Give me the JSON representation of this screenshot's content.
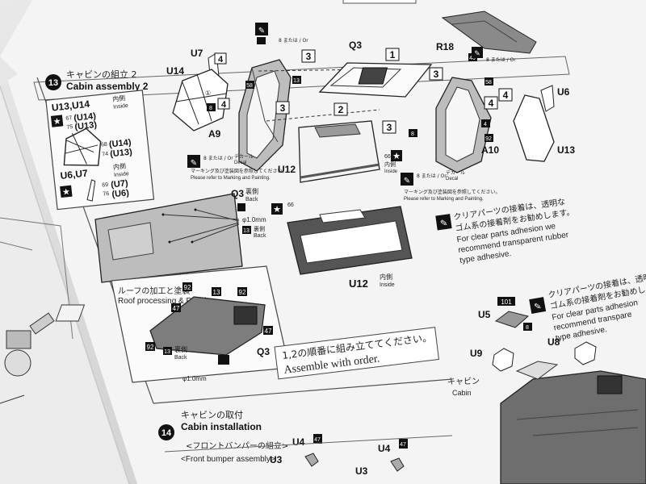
{
  "step13": {
    "number": "13",
    "title_jp": "キャビンの組立 2",
    "title_en": "Cabin assembly 2"
  },
  "inset_parts": {
    "u13_u14": "U13,U14",
    "naigawa": "内側",
    "inside": "Inside",
    "p67": "67",
    "p75": "75",
    "u14_a": "(U14)",
    "u13_a": "(U13)",
    "p68": "68",
    "p74": "74",
    "u14_b": "(U14)",
    "u13_b": "(U13)",
    "u6_u7": "U6,U7",
    "naigawa2": "内側",
    "inside2": "Inside",
    "p69": "69",
    "p76": "76",
    "u7_c": "(U7)",
    "u6_c": "(U6)"
  },
  "labels": {
    "U7": "U7",
    "U14": "U14",
    "A9": "A9",
    "Q3": "Q3",
    "R18": "R18",
    "U6": "U6",
    "U13": "U13",
    "A10": "A10",
    "U12": "U12",
    "U12b": "U12",
    "n13": "13",
    "n8": "8",
    "n40": "40",
    "n92": "92",
    "n58": "58",
    "n4": "4",
    "n3": "3",
    "n2": "2",
    "n1": "1",
    "p66": "66",
    "p66b": "66"
  },
  "decal_note": {
    "line1": "8 または / Or",
    "decal_jp": "デカール",
    "decal_en": "Decal",
    "marking_jp": "マーキング及び塗装図を参照してください。",
    "marking_en": "Please refer to Marking and Painting."
  },
  "u12_inside": {
    "label": "U12",
    "jp": "内側",
    "en": "Inside"
  },
  "q3_back": {
    "label": "Q3",
    "jp": "裏側",
    "en": "Back",
    "hole": "φ1.0mm",
    "label2": "13",
    "jp2": "裏側",
    "en2": "Back"
  },
  "clear_parts": {
    "jp1": "クリアパーツの接着は、透明な",
    "jp2": "ゴム系の接着剤をお勧めします。",
    "en1": "For clear parts adhesion we",
    "en2": "recommend transparent rubber",
    "en3": "type adhesive."
  },
  "clear_parts_2": {
    "jp1": "クリアパーツの接着は、透明",
    "jp2": "ゴム系の接着剤をお勧めし",
    "en1": "For clear parts adhesion",
    "en2": "recommend transpare",
    "en3": "type adhesive."
  },
  "roof": {
    "title_jp": "ルーフの加工と塗装",
    "title_en": "Roof processing & Painting",
    "p47": "47",
    "p92": "92",
    "p13": "13",
    "p92b": "92",
    "p47b": "47",
    "p92c": "92",
    "back_num": "13",
    "back_jp": "裏側",
    "back_en": "Back",
    "q3": "Q3",
    "hole": "φ1.0mm"
  },
  "order_note": {
    "jp": "1,2の順番に組み立ててください。",
    "en": "Assemble with order."
  },
  "step14": {
    "number": "14",
    "title_jp": "キャビンの取付",
    "title_en": "Cabin installation",
    "sub_jp": "<フロントバンパーの組立>",
    "sub_en": "<Front bumper assembly>",
    "u4a": "U4",
    "p47a": "47",
    "u3a": "U3",
    "u3b": "U3",
    "u4b": "U4",
    "p47b": "47"
  },
  "cabin_parts": {
    "u5": "U5",
    "p101": "101",
    "n8": "8",
    "u9": "U9",
    "u8": "U8",
    "cabin_jp": "キャビン",
    "cabin_en": "Cabin"
  }
}
